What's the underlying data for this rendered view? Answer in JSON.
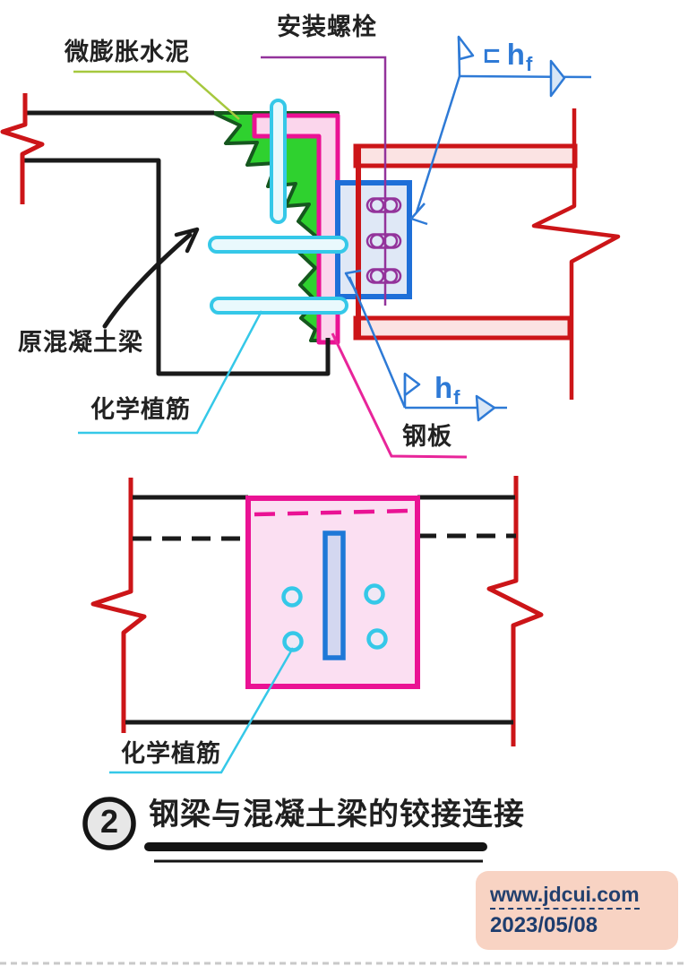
{
  "diagram1": {
    "expansion_cement": "微膨胀水泥",
    "install_bolt": "安装螺栓",
    "original_concrete_beam": "原混凝土梁",
    "chemical_anchor": "化学植筋",
    "steel_plate": "钢板",
    "weld_top": {
      "bracket": "⊏",
      "main": "h",
      "sub": "f"
    },
    "weld_bottom": {
      "main": "h",
      "sub": "f"
    }
  },
  "diagram2": {
    "chemical_anchor": "化学植筋"
  },
  "caption": {
    "number": "2",
    "title": "钢梁与混凝土梁的铰接连接"
  },
  "watermark": {
    "url": "www.jdcui.com",
    "date": "2023/05/08"
  },
  "colors": {
    "red": "#cc1518",
    "flange_fill": "#fbe3e3",
    "magenta": "#ea1294",
    "pink_fill": "#fbdff2",
    "green_fill": "#2fd12f",
    "green_dark": "#15571e",
    "cyan": "#35c8e8",
    "cyan_fill": "#e9f9fd",
    "blue": "#2e7ad6",
    "blue_plate": "#1e6fd8",
    "blue_plate_fill": "#dfe8f6",
    "lavender_fill": "#d3d7f0",
    "purple": "#93339b",
    "leader_green": "#a6c83e",
    "black": "#1a1a1a",
    "badge_gray": "#e7e7e7",
    "watermark_bg": "#f8d3c3",
    "watermark_text": "#23406e"
  }
}
